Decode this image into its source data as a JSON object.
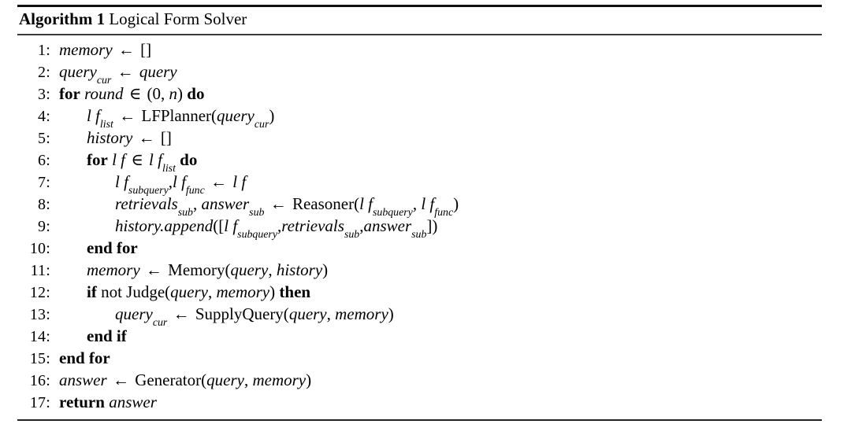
{
  "figure": {
    "label": "Algorithm 1",
    "title": "Logical Form Solver",
    "rules": {
      "top": true,
      "middle": true,
      "bottom": true
    }
  },
  "lines": [
    {
      "number": "1:",
      "indent": 0,
      "text": "memory ← []",
      "tokens": [
        {
          "t": "memory",
          "style": "var"
        },
        {
          "t": "←",
          "style": "arrow"
        },
        {
          "t": "[]",
          "style": "rm"
        }
      ]
    },
    {
      "number": "2:",
      "indent": 0,
      "text": "query_cur ← query",
      "tokens": [
        {
          "t": "query",
          "style": "var"
        },
        {
          "t": "cur",
          "style": "sub"
        },
        {
          "t": "←",
          "style": "arrow"
        },
        {
          "t": "query",
          "style": "var"
        }
      ]
    },
    {
      "number": "3:",
      "indent": 0,
      "text": "for round ∈ (0,n) do",
      "tokens": [
        {
          "t": "for",
          "style": "kw"
        },
        {
          "t": "round",
          "style": "var"
        },
        {
          "t": "∈",
          "style": "op"
        },
        {
          "t": "(0,",
          "style": "rm"
        },
        {
          "t": "n",
          "style": "var"
        },
        {
          "t": ")",
          "style": "rm"
        },
        {
          "t": "do",
          "style": "kw"
        }
      ]
    },
    {
      "number": "4:",
      "indent": 1,
      "text": "lf_list ← LFPlanner(query_cur)",
      "tokens": [
        {
          "t": "l f",
          "style": "var"
        },
        {
          "t": "list",
          "style": "sub"
        },
        {
          "t": "←",
          "style": "arrow"
        },
        {
          "t": "LFPlanner(",
          "style": "rm"
        },
        {
          "t": "query",
          "style": "var"
        },
        {
          "t": "cur",
          "style": "sub"
        },
        {
          "t": ")",
          "style": "rm"
        }
      ]
    },
    {
      "number": "5:",
      "indent": 1,
      "text": "history ← []",
      "tokens": [
        {
          "t": "history",
          "style": "var"
        },
        {
          "t": "←",
          "style": "arrow"
        },
        {
          "t": "[]",
          "style": "rm"
        }
      ]
    },
    {
      "number": "6:",
      "indent": 1,
      "text": "for lf ∈ lf_list do",
      "tokens": [
        {
          "t": "for",
          "style": "kw"
        },
        {
          "t": "l f",
          "style": "var"
        },
        {
          "t": "∈",
          "style": "op"
        },
        {
          "t": "l f",
          "style": "var"
        },
        {
          "t": "list",
          "style": "sub"
        },
        {
          "t": "do",
          "style": "kw"
        }
      ]
    },
    {
      "number": "7:",
      "indent": 2,
      "text": "lf_subquery, lf_func ← lf",
      "tokens": [
        {
          "t": "l f",
          "style": "var"
        },
        {
          "t": "subquery",
          "style": "sub"
        },
        {
          "t": ",",
          "style": "punct"
        },
        {
          "t": "l f",
          "style": "var"
        },
        {
          "t": "func",
          "style": "sub"
        },
        {
          "t": "←",
          "style": "arrow"
        },
        {
          "t": "l f",
          "style": "var"
        }
      ]
    },
    {
      "number": "8:",
      "indent": 2,
      "text": "retrievals_sub, answer_sub ← Reasoner(lf_subquery, lf_func)",
      "tokens": [
        {
          "t": "retrievals",
          "style": "var"
        },
        {
          "t": "sub",
          "style": "sub"
        },
        {
          "t": ", ",
          "style": "punct"
        },
        {
          "t": "answer",
          "style": "var"
        },
        {
          "t": "sub",
          "style": "sub"
        },
        {
          "t": "←",
          "style": "arrow"
        },
        {
          "t": "Reasoner(",
          "style": "rm"
        },
        {
          "t": "l f",
          "style": "var"
        },
        {
          "t": "subquery",
          "style": "sub"
        },
        {
          "t": ", ",
          "style": "punct"
        },
        {
          "t": "l f",
          "style": "var"
        },
        {
          "t": "func",
          "style": "sub"
        },
        {
          "t": ")",
          "style": "rm"
        }
      ]
    },
    {
      "number": "9:",
      "indent": 2,
      "text": "history.append([lf_subquery, retrievals_sub, answer_sub])",
      "tokens": [
        {
          "t": "history.append",
          "style": "var"
        },
        {
          "t": "([",
          "style": "bigbrk"
        },
        {
          "t": "l f",
          "style": "var"
        },
        {
          "t": "subquery",
          "style": "sub"
        },
        {
          "t": ",",
          "style": "punct"
        },
        {
          "t": "retrievals",
          "style": "var"
        },
        {
          "t": "sub",
          "style": "sub"
        },
        {
          "t": ",",
          "style": "punct"
        },
        {
          "t": "answer",
          "style": "var"
        },
        {
          "t": "sub",
          "style": "sub"
        },
        {
          "t": "])",
          "style": "bigbrk"
        }
      ]
    },
    {
      "number": "10:",
      "indent": 1,
      "text": "end for",
      "tokens": [
        {
          "t": "end for",
          "style": "kw"
        }
      ]
    },
    {
      "number": "11:",
      "indent": 1,
      "text": "memory ← Memory(query, history)",
      "tokens": [
        {
          "t": "memory",
          "style": "var"
        },
        {
          "t": "←",
          "style": "arrow"
        },
        {
          "t": "Memory(",
          "style": "rm"
        },
        {
          "t": "query",
          "style": "var"
        },
        {
          "t": ", ",
          "style": "punct"
        },
        {
          "t": "history",
          "style": "var"
        },
        {
          "t": ")",
          "style": "rm"
        }
      ]
    },
    {
      "number": "12:",
      "indent": 1,
      "text": "if not Judge(query, memory) then",
      "tokens": [
        {
          "t": "if",
          "style": "kw"
        },
        {
          "t": "not Judge(",
          "style": "rm"
        },
        {
          "t": "query",
          "style": "var"
        },
        {
          "t": ", ",
          "style": "punct"
        },
        {
          "t": "memory",
          "style": "var"
        },
        {
          "t": ")",
          "style": "rm"
        },
        {
          "t": "then",
          "style": "kw"
        }
      ]
    },
    {
      "number": "13:",
      "indent": 2,
      "text": "query_cur ← SupplyQuery(query, memory)",
      "tokens": [
        {
          "t": "query",
          "style": "var"
        },
        {
          "t": "cur",
          "style": "sub"
        },
        {
          "t": "←",
          "style": "arrow"
        },
        {
          "t": "SupplyQuery(",
          "style": "rm"
        },
        {
          "t": "query",
          "style": "var"
        },
        {
          "t": ", ",
          "style": "punct"
        },
        {
          "t": "memory",
          "style": "var"
        },
        {
          "t": ")",
          "style": "rm"
        }
      ]
    },
    {
      "number": "14:",
      "indent": 1,
      "text": "end if",
      "tokens": [
        {
          "t": "end if",
          "style": "kw"
        }
      ]
    },
    {
      "number": "15:",
      "indent": 0,
      "text": "end for",
      "tokens": [
        {
          "t": "end for",
          "style": "kw"
        }
      ]
    },
    {
      "number": "16:",
      "indent": 0,
      "text": "answer ← Generator(query, memory)",
      "tokens": [
        {
          "t": "answer",
          "style": "var"
        },
        {
          "t": "←",
          "style": "arrow"
        },
        {
          "t": "Generator(",
          "style": "rm"
        },
        {
          "t": "query",
          "style": "var"
        },
        {
          "t": ", ",
          "style": "punct"
        },
        {
          "t": "memory",
          "style": "var"
        },
        {
          "t": ")",
          "style": "rm"
        }
      ]
    },
    {
      "number": "17:",
      "indent": 0,
      "text": "return answer",
      "tokens": [
        {
          "t": "return",
          "style": "kw"
        },
        {
          "t": "answer",
          "style": "var"
        }
      ]
    }
  ]
}
